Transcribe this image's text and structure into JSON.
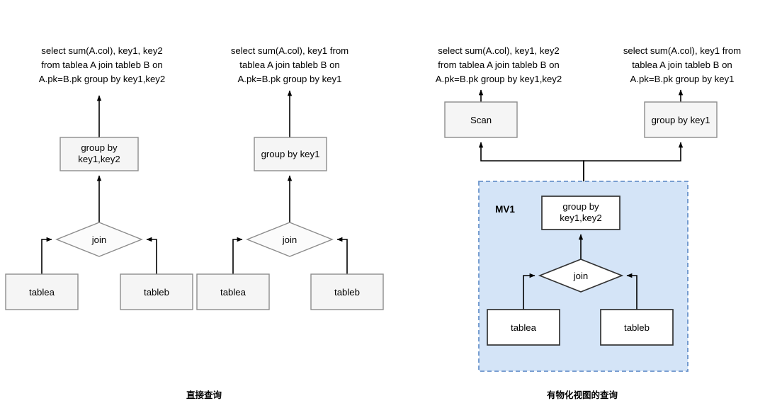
{
  "diagram": {
    "title_left_caption": "直接查询",
    "title_right_caption": "有物化视图的查询",
    "colors": {
      "box_fill_gray": "#f5f5f5",
      "box_stroke_gray": "#8c8c8c",
      "box_fill_white": "#ffffff",
      "box_stroke_dark": "#333333",
      "mv_region_fill": "#d4e4f7",
      "mv_region_stroke": "#6a93cb",
      "edge_color": "#000000",
      "text_color": "#000000"
    }
  },
  "left_panel": {
    "caption": "直接查询",
    "plan_a": {
      "query_line1": "select sum(A.col), key1, key2",
      "query_line2": "from tablea A join tableb B on",
      "query_line3": "A.pk=B.pk group by key1,key2",
      "agg_line1": "group by",
      "agg_line2": "key1,key2",
      "join_label": "join",
      "table_left": "tablea",
      "table_right": "tableb"
    },
    "plan_b": {
      "query_line1": "select sum(A.col), key1 from",
      "query_line2": "tablea A join tableb B on",
      "query_line3": "A.pk=B.pk group by key1",
      "agg_label": "group by key1",
      "join_label": "join",
      "table_left": "tablea",
      "table_right": "tableb"
    }
  },
  "right_panel": {
    "caption": "有物化视图的查询",
    "plan_c": {
      "query_line1": "select sum(A.col), key1, key2",
      "query_line2": "from tablea A join tableb B on",
      "query_line3": "A.pk=B.pk group by key1,key2",
      "op_label": "Scan"
    },
    "plan_d": {
      "query_line1": "select sum(A.col), key1 from",
      "query_line2": "tablea A join tableb B on",
      "query_line3": "A.pk=B.pk group by key1",
      "op_label": "group by key1"
    },
    "mv": {
      "name": "MV1",
      "agg_line1": "group by",
      "agg_line2": "key1,key2",
      "join_label": "join",
      "table_left": "tablea",
      "table_right": "tableb"
    }
  }
}
